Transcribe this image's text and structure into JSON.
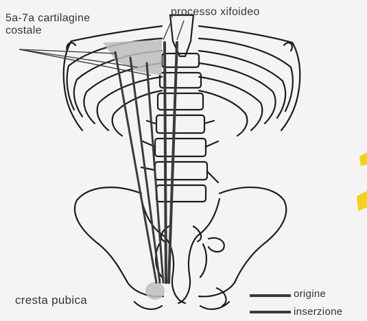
{
  "labels": {
    "cartilage_line1": "5a-7a cartilagine",
    "cartilage_line2": "costale",
    "xiphoid": "processo xifoideo",
    "pubic_crest": "cresta pubica",
    "legend_origin": "origine",
    "legend_insertion": "inserzione"
  },
  "colors": {
    "background": "#f4f4f4",
    "bone_outline": "#1c1c1c",
    "muscle_line": "#3a3a3a",
    "highlight_fill": "#bdbdbd",
    "yellow_mark": "#f2d21a"
  }
}
